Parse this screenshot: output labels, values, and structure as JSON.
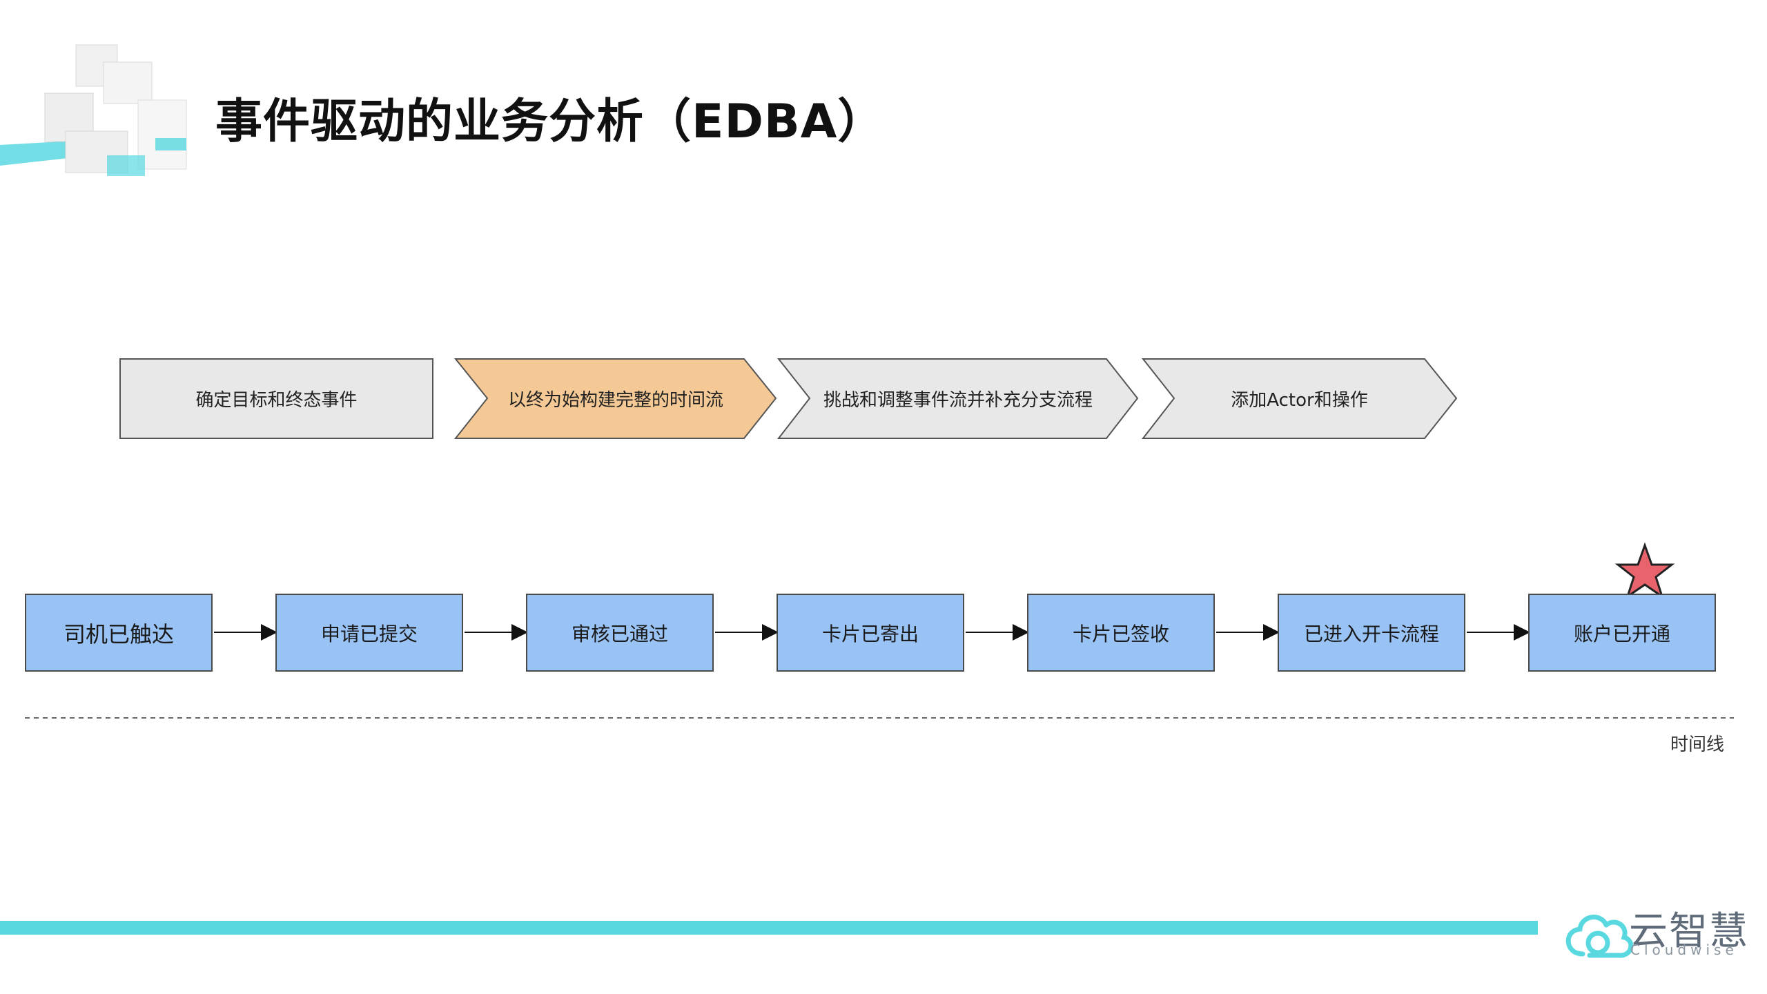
{
  "title": "事件驱动的业务分析（EDBA）",
  "steps": [
    {
      "label": "确定目标和终态事件",
      "highlighted": false
    },
    {
      "label": "以终为始构建完整的时间流",
      "highlighted": true
    },
    {
      "label": "挑战和调整事件流并补充分支流程",
      "highlighted": false
    },
    {
      "label": "添加Actor和操作",
      "highlighted": false
    }
  ],
  "events": [
    "司机已触达",
    "申请已提交",
    "审核已通过",
    "卡片已寄出",
    "卡片已签收",
    "已进入开卡流程",
    "账户已开通"
  ],
  "timeline_label": "时间线",
  "brand": {
    "name": "云智慧",
    "sub": "Cloudwise"
  },
  "colors": {
    "step_default": "#e8e8e8",
    "step_highlight": "#f5c996",
    "event_fill": "#99c2f5",
    "accent_bar": "#5ad8e0",
    "star": "#e8636b"
  },
  "icons": {
    "goal_marker": "star-icon",
    "brand_logo": "cloud-logo-icon"
  }
}
